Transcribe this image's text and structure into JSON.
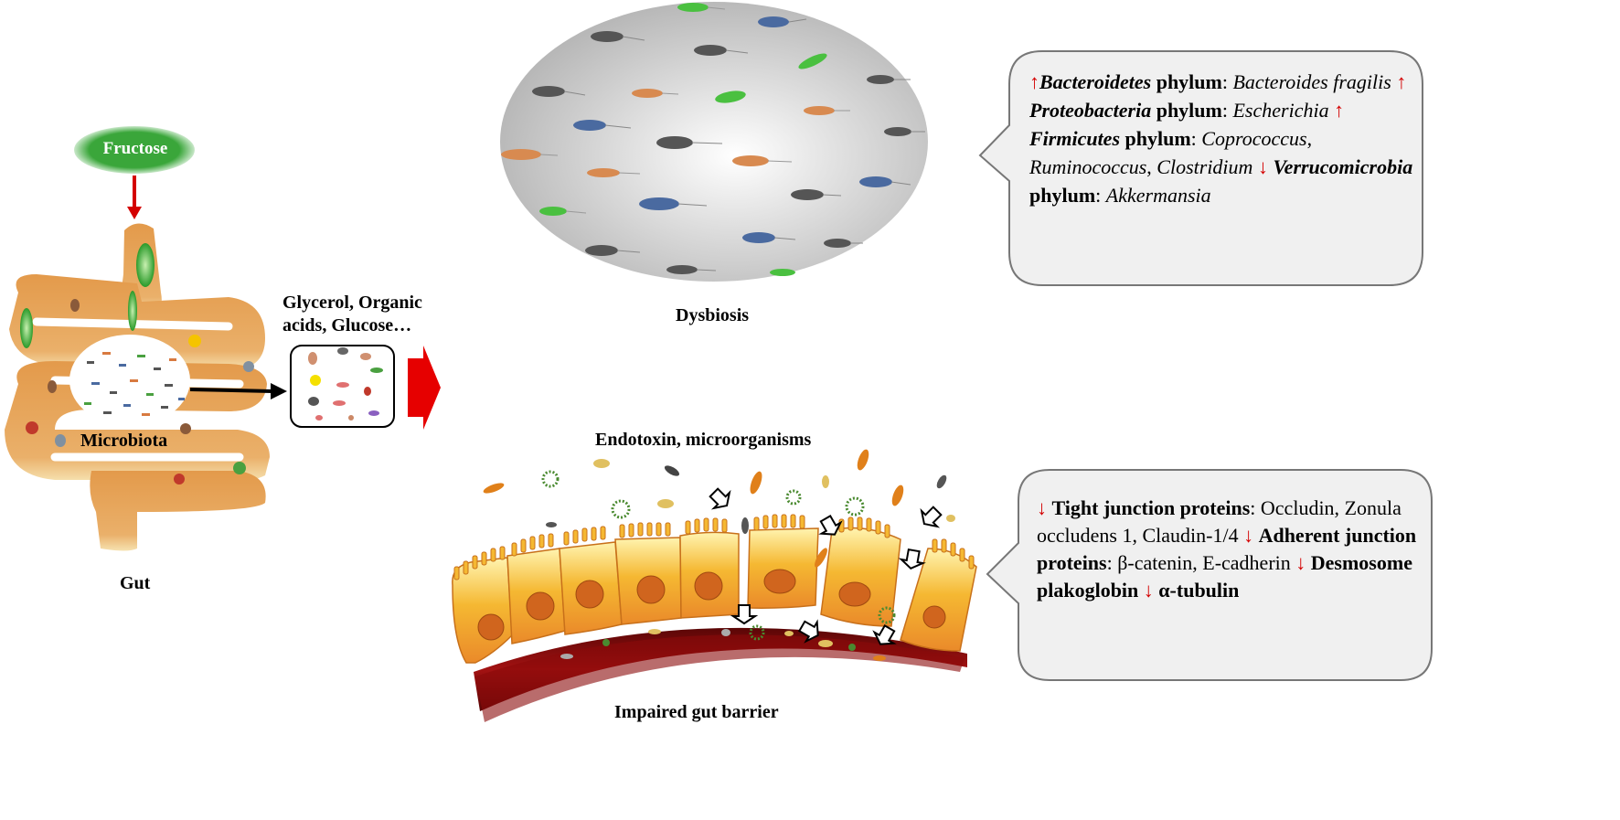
{
  "labels": {
    "fructose": "Fructose",
    "microbiota": "Microbiota",
    "gut": "Gut",
    "metabolites_line1": "Glycerol, Organic",
    "metabolites_line2": "acids, Glucose…",
    "dysbiosis": "Dysbiosis",
    "endotoxin": "Endotoxin, microorganisms",
    "impaired_barrier": "Impaired gut barrier"
  },
  "dysbiosis_panel": {
    "rows": [
      {
        "arrow": "↑",
        "name": "Bacteroidetes",
        "suffix": " phylum",
        "sep": ": ",
        "genus": "Bacteroides"
      },
      {
        "genus_cont": "fragilis"
      },
      {
        "arrow": "↑ ",
        "name": "Proteobacteria",
        "suffix": " phylum",
        "sep": ": ",
        "genus": "Escherichia"
      },
      {
        "arrow": "↑ ",
        "name": "Firmicutes",
        "suffix": " phylum",
        "sep": ": ",
        "genus": "Coprococcus",
        "tail": ","
      },
      {
        "genus_a": "Ruminococcus",
        "comma": ", ",
        "genus_b": "Clostridium"
      },
      {
        "arrow": "↓ ",
        "name": "Verrucomicrobia",
        "suffix": " phylum",
        "sep": ":"
      },
      {
        "genus_cont": "Akkermansia"
      }
    ]
  },
  "barrier_panel": {
    "rows": [
      {
        "arrow": "↓ ",
        "bold": "Tight junction proteins",
        "rest": ": Occludin,"
      },
      {
        "rest": "Zonula occludens 1, Claudin-1/4"
      },
      {
        "arrow": "↓ ",
        "bold": "Adherent junction proteins",
        "rest": ": β-catenin,"
      },
      {
        "rest": "E-cadherin"
      },
      {
        "arrow": "↓ ",
        "bold": "Desmosome plakoglobin",
        "rest": ""
      },
      {
        "arrow": "↓ ",
        "bold": "α-tubulin",
        "rest": ""
      }
    ]
  },
  "colors": {
    "gut_orange": "#e8a050",
    "fructose_green": "#3aa63a",
    "arrow_red": "#d40000",
    "panel_bg": "#f0f0f0",
    "blood_red": "#8b0a0a",
    "cell_yellow": "#f5b832",
    "nucleus": "#d0651e"
  },
  "icons": [
    "bacterium-icon",
    "virus-icon",
    "red-arrow-icon",
    "hollow-arrow-icon"
  ]
}
